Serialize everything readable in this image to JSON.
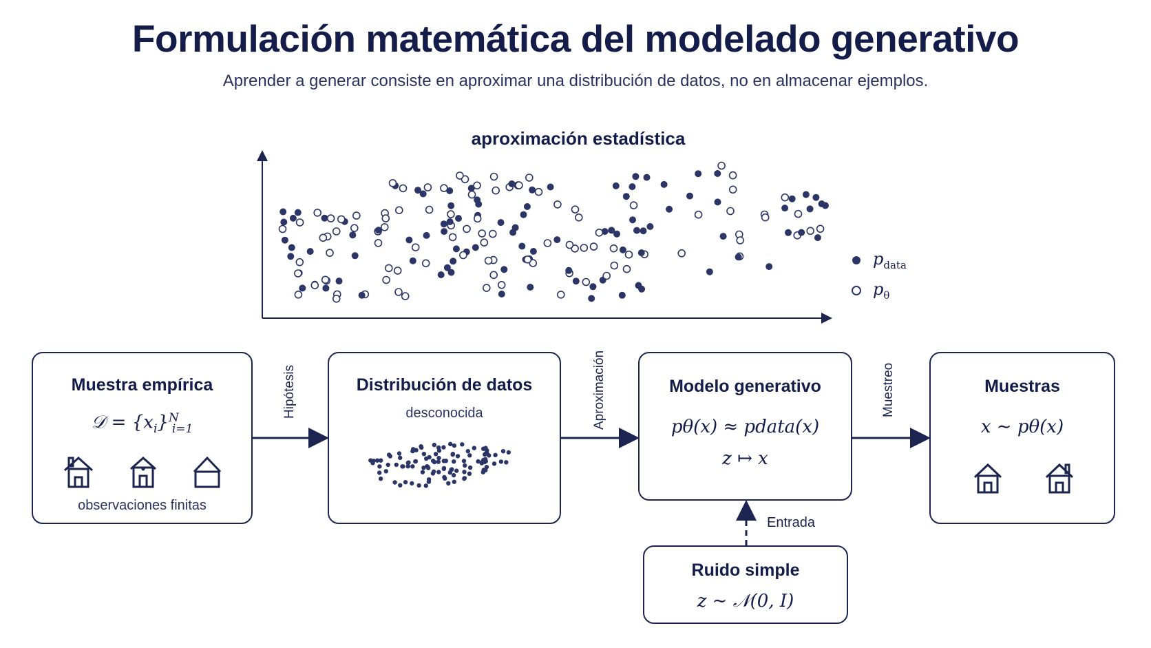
{
  "header": {
    "title": "Formulación matemática del modelado generativo",
    "subtitle": "Aprender a generar consiste en aproximar una distribución de datos, no en almacenar ejemplos."
  },
  "chart": {
    "title": "aproximación estadística",
    "legend": [
      {
        "symbol": "filled",
        "label": "p",
        "sub": "data"
      },
      {
        "symbol": "hollow",
        "label": "p",
        "sub": "θ"
      }
    ]
  },
  "boxes": {
    "empirical": {
      "title": "Muestra empírica",
      "formula_main": "𝒟 = {x",
      "formula_sub": "i",
      "formula_close": "}",
      "formula_sup": "N",
      "formula_sub2": "i=1",
      "caption": "observaciones finitas"
    },
    "distribution": {
      "title": "Distribución de datos",
      "subtitle": "desconocida"
    },
    "model": {
      "title": "Modelo generativo",
      "formula1": "pθ(x) ≈ pdata(x)",
      "formula2": "z ↦ x"
    },
    "samples": {
      "title": "Muestras",
      "formula": "x ∼ pθ(x)"
    },
    "noise": {
      "title": "Ruido simple",
      "formula": "z ∼ 𝒩(0, I)"
    }
  },
  "arrows": {
    "hypothesis": "Hipótesis",
    "approximation": "Aproximación",
    "sampling": "Muestreo",
    "input": "Entrada"
  },
  "colors": {
    "ink": "#1c2450",
    "dots": "#2b3566"
  }
}
